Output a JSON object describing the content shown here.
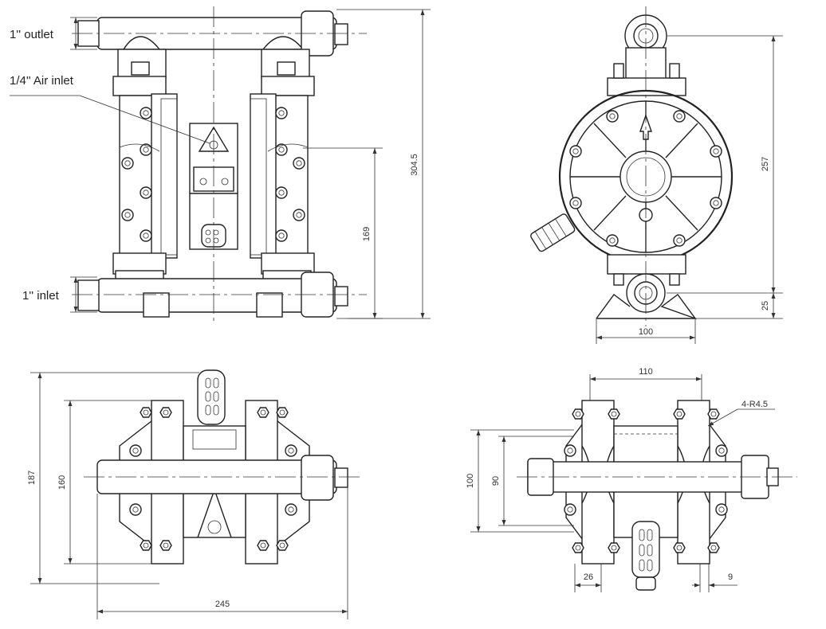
{
  "labels": {
    "outlet": "1'' outlet",
    "air_inlet": "1/4'' Air inlet",
    "inlet": "1'' inlet"
  },
  "dimensions": {
    "overall_height": "304.5",
    "inlet_to_air": "169",
    "side_height": "257",
    "base_height": "25",
    "base_width": "100",
    "top_view_depth": "187",
    "top_view_inner": "160",
    "top_view_length": "245",
    "bolt_spacing": "110",
    "hole_radius": "4-R4.5",
    "mount_depth": "100",
    "mount_inner": "90",
    "slot_width": "26",
    "slot_offset": "9"
  }
}
